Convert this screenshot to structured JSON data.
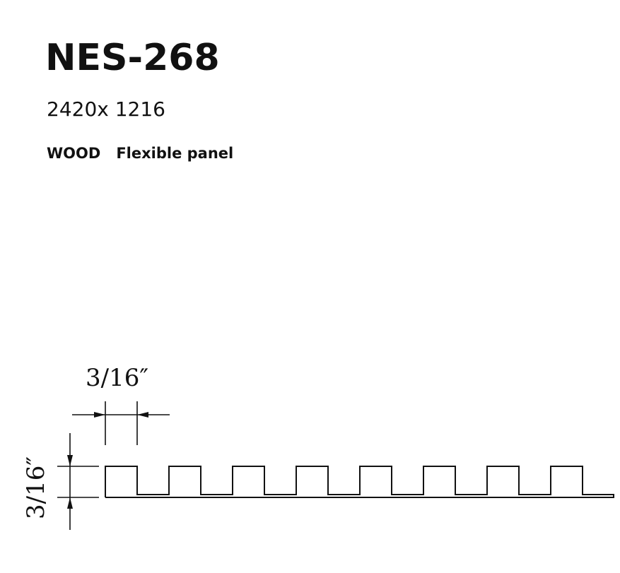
{
  "product": {
    "code": "NES-268",
    "size": "2420x 1216",
    "material": "WOOD",
    "type": "Flexible panel"
  },
  "drawing": {
    "groove_width_label": "3/16″",
    "groove_depth_label": "3/16″",
    "ridge_count": 8
  }
}
